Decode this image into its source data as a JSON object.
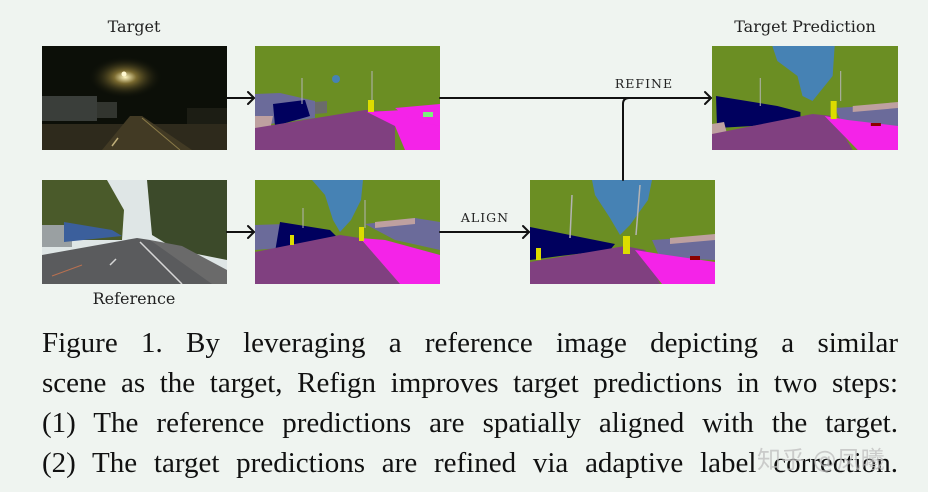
{
  "figure": {
    "labels": {
      "target": "Target",
      "reference": "Reference",
      "target_prediction": "Target Prediction"
    },
    "arrows": {
      "refine": "REFINE",
      "align": "ALIGN"
    },
    "panels": [
      {
        "id": "target-image",
        "kind": "night street photo"
      },
      {
        "id": "target-segmentation",
        "kind": "segmentation map"
      },
      {
        "id": "target-prediction",
        "kind": "refined segmentation map"
      },
      {
        "id": "reference-image",
        "kind": "daytime street photo"
      },
      {
        "id": "reference-segmentation",
        "kind": "segmentation map"
      },
      {
        "id": "aligned-reference-segmentation",
        "kind": "aligned segmentation map"
      }
    ],
    "segmentation_colors": {
      "vegetation": "#6b8e23",
      "sky": "#4682b4",
      "road": "#804080",
      "sidewalk": "#f423e8",
      "vehicle": "#00005e",
      "building": "#6b6b9a",
      "wall": "#bea0a0",
      "traffic_sign": "#dcdc00",
      "pole": "#b4b4b4"
    }
  },
  "caption": {
    "lines": [
      "Figure 1. By leveraging a reference image depicting a similar",
      "scene as the target, Refign improves target predictions in two steps:",
      "(1) The reference predictions are spatially aligned with the target.",
      "(2) The target predictions are refined via adaptive label correction."
    ]
  },
  "watermark": "知乎 @凤曦"
}
